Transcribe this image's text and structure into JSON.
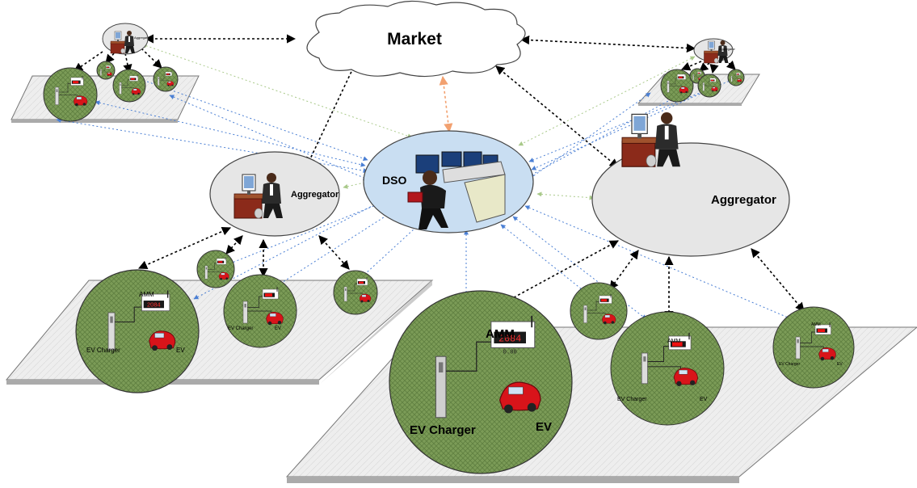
{
  "market": {
    "label": "Market"
  },
  "dso": {
    "label": "DSO"
  },
  "aggregators": {
    "left": {
      "label": "Aggregator"
    },
    "right": {
      "label": "Aggregator"
    },
    "small_left": {
      "label": "Aggregator"
    },
    "small_right": {
      "label": "Aggregator"
    }
  },
  "house": {
    "amm_label": "AMM",
    "charger_label": "EV Charger",
    "ev_label": "EV",
    "meter_reading": "2084",
    "meter_sub": "0.00"
  },
  "colors": {
    "field": "#7a9a55",
    "platform_top": "#efefef",
    "ellipse_fill": "#e6e6e6",
    "dso_fill": "#c9def2",
    "blue_link": "#4a7fd4",
    "green_link": "#a9c98a",
    "orange_link": "#f2a170",
    "black_link": "#000000"
  },
  "icons": [
    "cloud-icon",
    "operator-desk-icon",
    "smart-meter-icon",
    "ev-charger-icon",
    "electric-car-icon"
  ]
}
